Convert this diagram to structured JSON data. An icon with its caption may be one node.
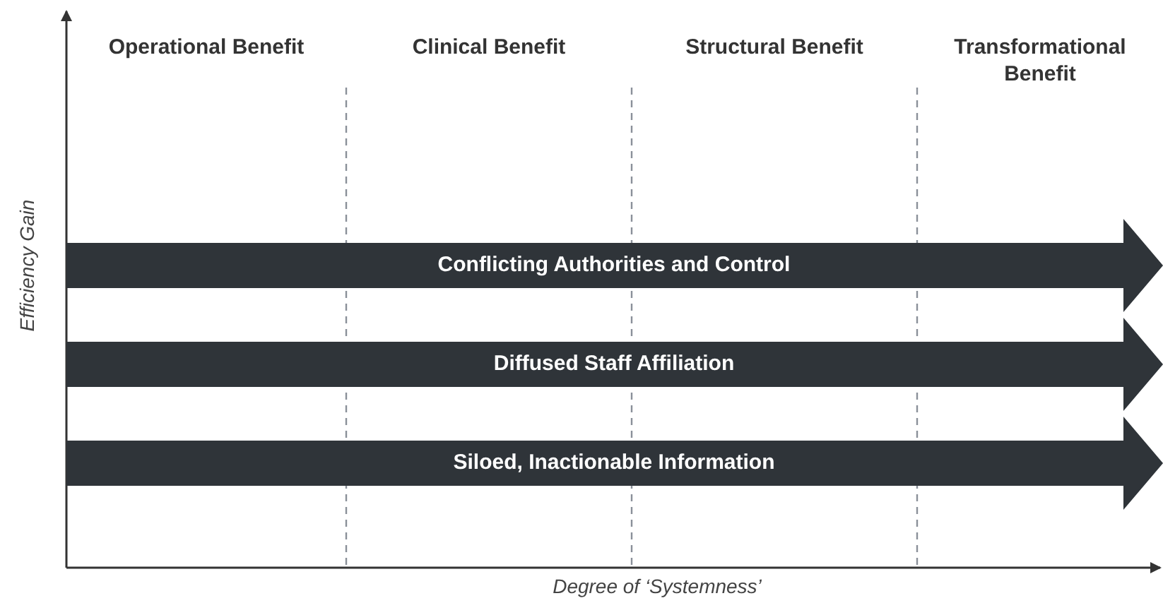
{
  "diagram": {
    "nodes": [
      {
        "text": [
          "Conflicting Authorities and Control"
        ]
      },
      {
        "text": [
          "Diffused Staff Affiliation"
        ]
      },
      {
        "text": [
          "Siloed, Inactionable Information"
        ]
      }
    ],
    "labels": [
      "Operational Benefit",
      "Clinical Benefit",
      "Structural Benefit",
      "Transformational Benefit",
      "Efficiency Gain",
      "Degree of ‘Systemness’"
    ]
  }
}
